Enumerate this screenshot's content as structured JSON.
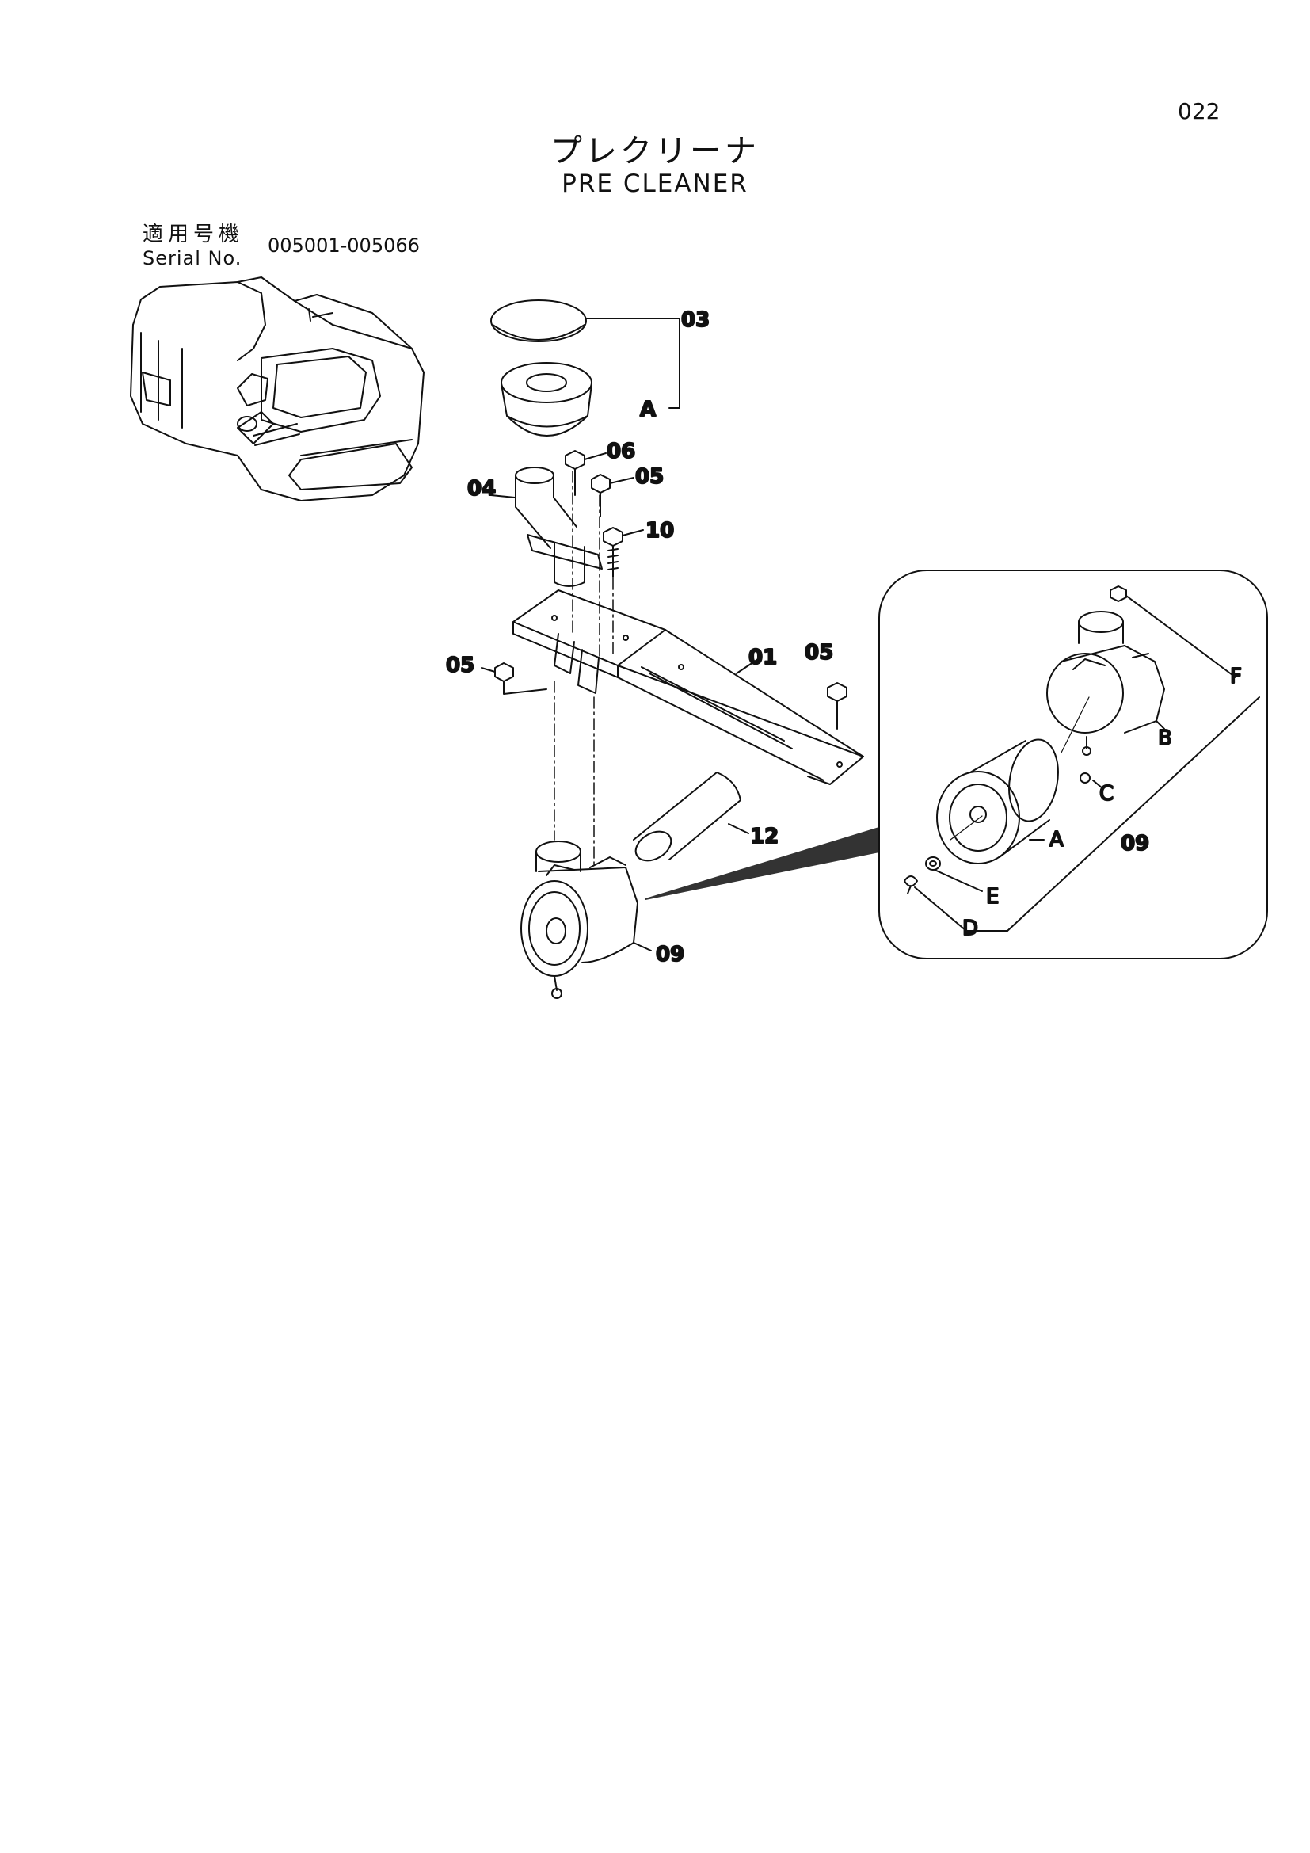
{
  "page": {
    "number": "022"
  },
  "title": {
    "japanese": "プレクリーナ",
    "english": "PRE CLEANER"
  },
  "serial": {
    "label_jp": "適用号機",
    "label_en": "Serial No.",
    "range": "005001-005066"
  },
  "callouts": {
    "c03": "03",
    "cA": "A",
    "c06": "06",
    "c05a": "05",
    "c04": "04",
    "c10": "10",
    "c05b": "05",
    "c01": "01",
    "c05c": "05",
    "c12": "12",
    "c09": "09",
    "dF": "F",
    "dB": "B",
    "dC": "C",
    "dA": "A",
    "d09": "09",
    "dE": "E",
    "dD": "D"
  }
}
